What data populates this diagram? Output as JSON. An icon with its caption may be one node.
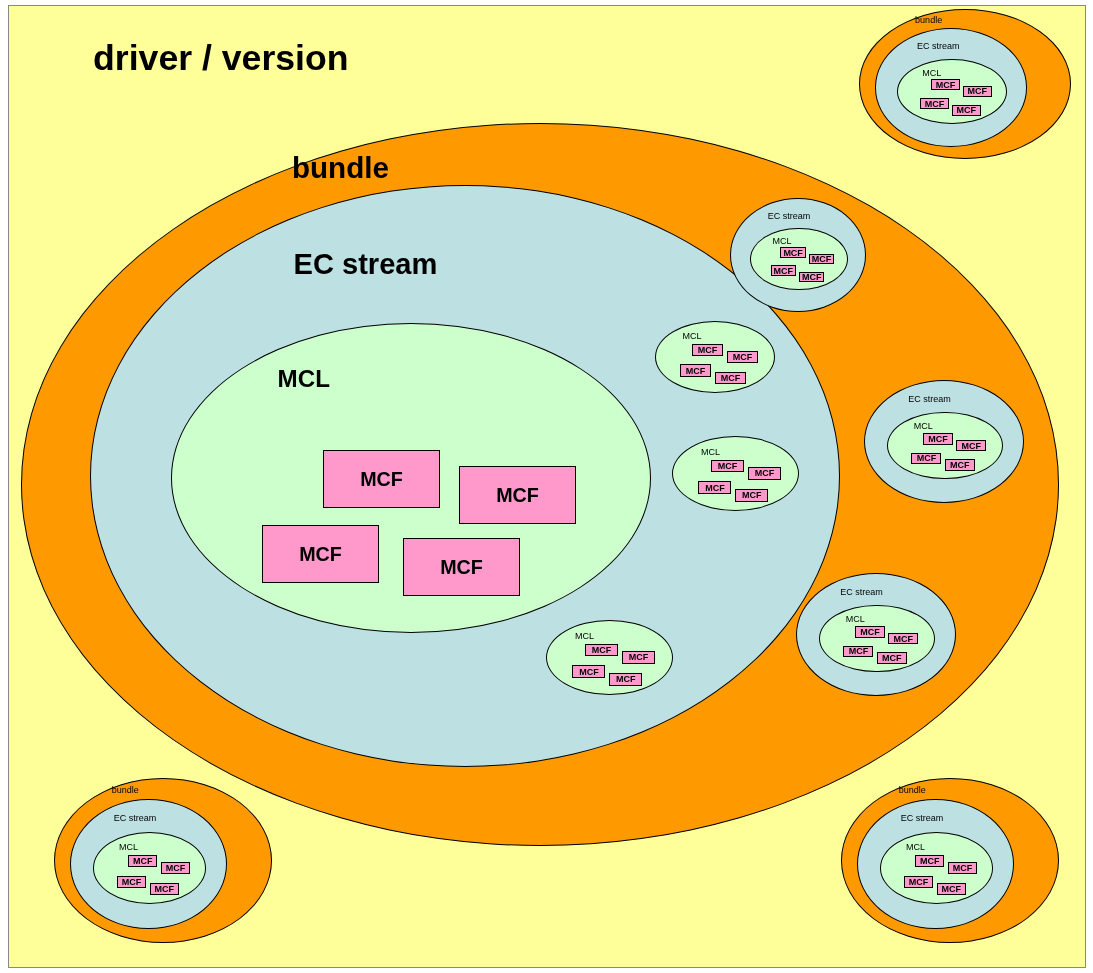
{
  "diagram": {
    "nodes": [
      {
        "text": [
          "driver / version"
        ]
      },
      {
        "text": [
          "bundle"
        ],
        "in": 0
      },
      {
        "text": [
          "EC stream"
        ],
        "in": 1
      },
      {
        "text": [
          "MCL"
        ],
        "in": 2
      },
      {
        "text": [
          "MCF"
        ],
        "in": 3
      },
      {
        "text": [
          "MCF"
        ],
        "in": 3
      },
      {
        "text": [
          "MCF"
        ],
        "in": 3
      },
      {
        "text": [
          "MCF"
        ],
        "in": 3
      },
      {
        "text": [
          "MCL"
        ],
        "in": 2
      },
      {
        "text": [
          "MCF"
        ],
        "in": 8
      },
      {
        "text": [
          "MCF"
        ],
        "in": 8
      },
      {
        "text": [
          "MCF"
        ],
        "in": 8
      },
      {
        "text": [
          "MCF"
        ],
        "in": 8
      },
      {
        "text": [
          "MCL"
        ],
        "in": 2
      },
      {
        "text": [
          "MCF"
        ],
        "in": 13
      },
      {
        "text": [
          "MCF"
        ],
        "in": 13
      },
      {
        "text": [
          "MCF"
        ],
        "in": 13
      },
      {
        "text": [
          "MCF"
        ],
        "in": 13
      },
      {
        "text": [
          "MCL"
        ],
        "in": 2
      },
      {
        "text": [
          "MCF"
        ],
        "in": 18
      },
      {
        "text": [
          "MCF"
        ],
        "in": 18
      },
      {
        "text": [
          "MCF"
        ],
        "in": 18
      },
      {
        "text": [
          "MCF"
        ],
        "in": 18
      },
      {
        "text": [
          "EC stream"
        ],
        "in": 1
      },
      {
        "text": [
          "MCL"
        ],
        "in": 23
      },
      {
        "text": [
          "MCF"
        ],
        "in": 24
      },
      {
        "text": [
          "MCF"
        ],
        "in": 24
      },
      {
        "text": [
          "MCF"
        ],
        "in": 24
      },
      {
        "text": [
          "MCF"
        ],
        "in": 24
      },
      {
        "text": [
          "EC stream"
        ],
        "in": 1
      },
      {
        "text": [
          "MCL"
        ],
        "in": 29
      },
      {
        "text": [
          "MCF"
        ],
        "in": 30
      },
      {
        "text": [
          "MCF"
        ],
        "in": 30
      },
      {
        "text": [
          "MCF"
        ],
        "in": 30
      },
      {
        "text": [
          "MCF"
        ],
        "in": 30
      },
      {
        "text": [
          "EC stream"
        ],
        "in": 1
      },
      {
        "text": [
          "MCL"
        ],
        "in": 35
      },
      {
        "text": [
          "MCF"
        ],
        "in": 36
      },
      {
        "text": [
          "MCF"
        ],
        "in": 36
      },
      {
        "text": [
          "MCF"
        ],
        "in": 36
      },
      {
        "text": [
          "MCF"
        ],
        "in": 36
      },
      {
        "text": [
          "bundle"
        ],
        "in": 0
      },
      {
        "text": [
          "EC stream"
        ],
        "in": 41
      },
      {
        "text": [
          "MCL"
        ],
        "in": 42
      },
      {
        "text": [
          "MCF"
        ],
        "in": 43
      },
      {
        "text": [
          "MCF"
        ],
        "in": 43
      },
      {
        "text": [
          "MCF"
        ],
        "in": 43
      },
      {
        "text": [
          "MCF"
        ],
        "in": 43
      },
      {
        "text": [
          "bundle"
        ],
        "in": 0
      },
      {
        "text": [
          "EC stream"
        ],
        "in": 48
      },
      {
        "text": [
          "MCL"
        ],
        "in": 49
      },
      {
        "text": [
          "MCF"
        ],
        "in": 50
      },
      {
        "text": [
          "MCF"
        ],
        "in": 50
      },
      {
        "text": [
          "MCF"
        ],
        "in": 50
      },
      {
        "text": [
          "MCF"
        ],
        "in": 50
      },
      {
        "text": [
          "bundle"
        ],
        "in": 0
      },
      {
        "text": [
          "EC stream"
        ],
        "in": 55
      },
      {
        "text": [
          "MCL"
        ],
        "in": 56
      },
      {
        "text": [
          "MCF"
        ],
        "in": 57
      },
      {
        "text": [
          "MCF"
        ],
        "in": 57
      },
      {
        "text": [
          "MCF"
        ],
        "in": 57
      },
      {
        "text": [
          "MCF"
        ],
        "in": 57
      }
    ]
  }
}
